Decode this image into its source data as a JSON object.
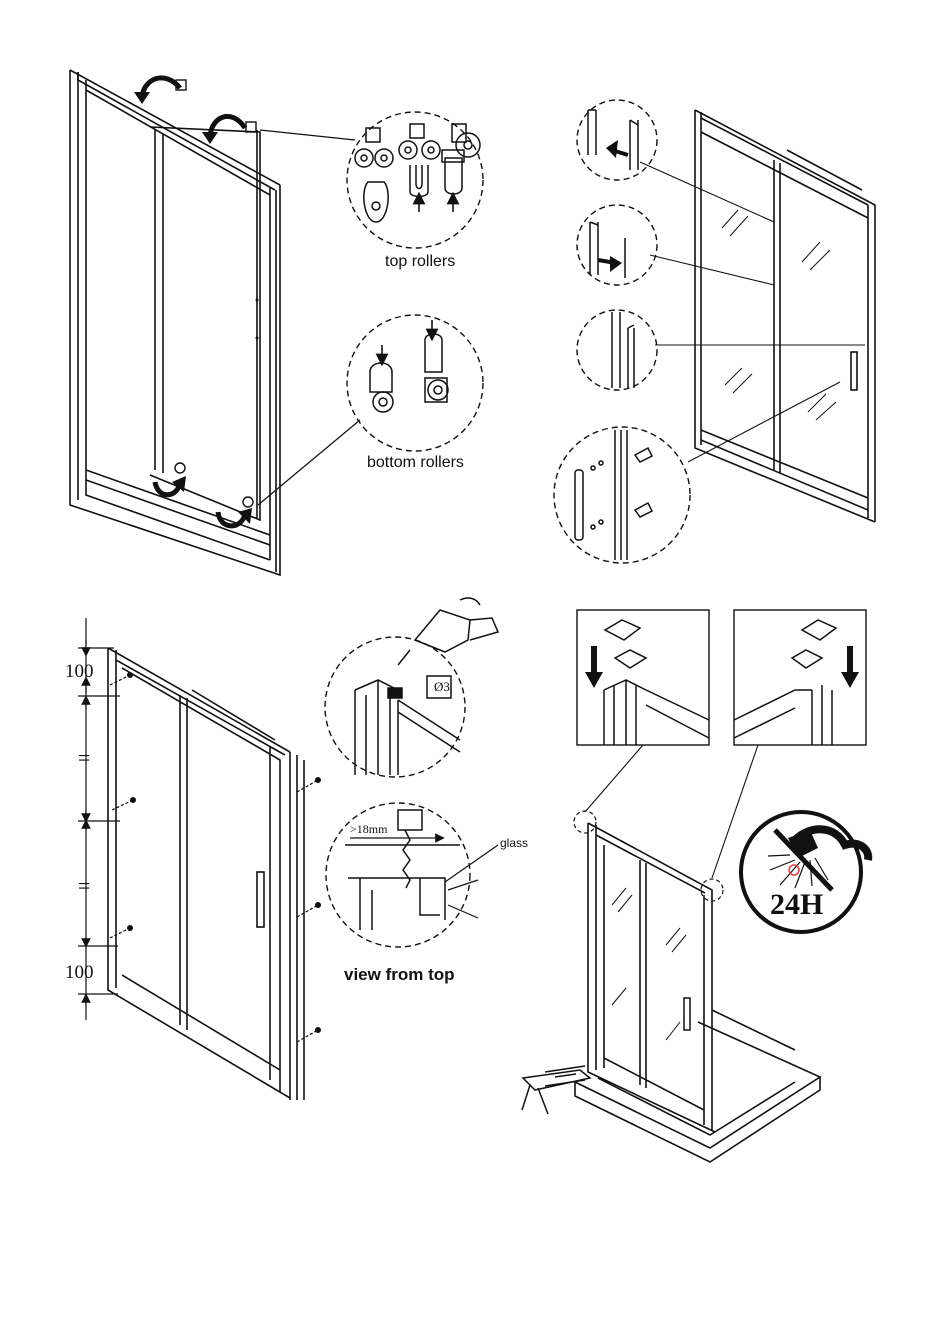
{
  "labels": {
    "top_rollers": "top rollers",
    "bottom_rollers": "bottom rollers",
    "glass": "glass",
    "view_from_top": "view from top",
    "drill_size": "Ø3",
    "min_distance": ">18mm",
    "dim_top": "100",
    "dim_bottom": "100",
    "equal_1": "=",
    "equal_2": "=",
    "cure_time": "24H"
  },
  "icons": [
    "rotate-arrow-icon",
    "down-arrow-icon",
    "drill-icon",
    "no-shower-icon",
    "sealant-gun-icon"
  ]
}
